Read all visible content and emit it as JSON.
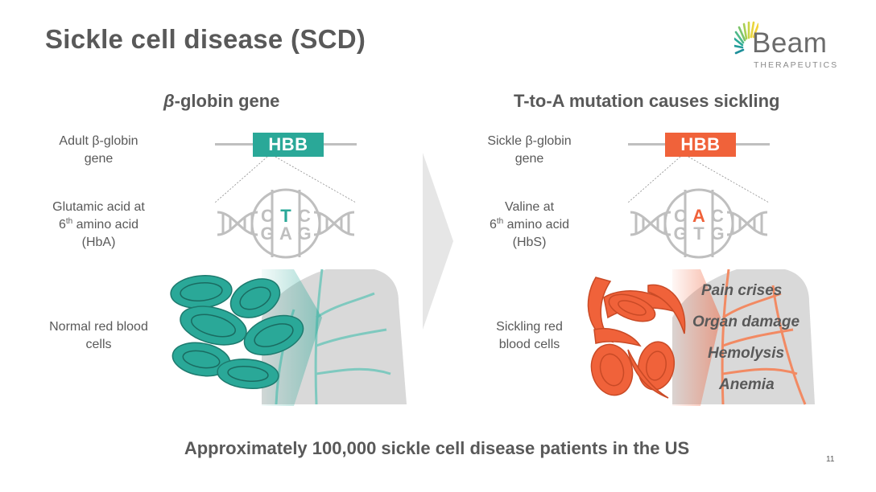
{
  "slide": {
    "title": "Sickle cell disease (SCD)",
    "page_number": "11",
    "footer": "Approximately 100,000 sickle cell disease patients in the US"
  },
  "logo": {
    "name": "Beam",
    "tagline": "THERAPEUTICS"
  },
  "left": {
    "heading_prefix": "β",
    "heading_rest": "-globin gene",
    "gene_label_line1": "Adult β-globin",
    "gene_label_line2": "gene",
    "gene_name": "HBB",
    "amino_label_line1": "Glutamic acid at",
    "amino_label_sup": "th",
    "amino_label_num": "6",
    "amino_label_line2_rest": " amino acid",
    "amino_label_line3": "(HbA)",
    "codon_top": [
      "C",
      "T",
      "C"
    ],
    "codon_bottom": [
      "G",
      "A",
      "G"
    ],
    "cells_label_line1": "Normal red blood",
    "cells_label_line2": "cells"
  },
  "right": {
    "heading": "T-to-A mutation causes sickling",
    "gene_label_line1": "Sickle β-globin",
    "gene_label_line2": "gene",
    "gene_name": "HBB",
    "amino_label_line1": "Valine at",
    "amino_label_num": "6",
    "amino_label_sup": "th",
    "amino_label_line2_rest": " amino acid",
    "amino_label_line3": "(HbS)",
    "codon_top": [
      "C",
      "A",
      "C"
    ],
    "codon_bottom": [
      "G",
      "T",
      "G"
    ],
    "cells_label_line1": "Sickling red",
    "cells_label_line2": "blood cells",
    "effects": [
      "Pain crises",
      "Organ damage",
      "Hemolysis",
      "Anemia"
    ]
  },
  "colors": {
    "teal": "#2aa898",
    "orange": "#f0623a",
    "gray_text": "#595959",
    "light_gray": "#bfbfbf"
  }
}
